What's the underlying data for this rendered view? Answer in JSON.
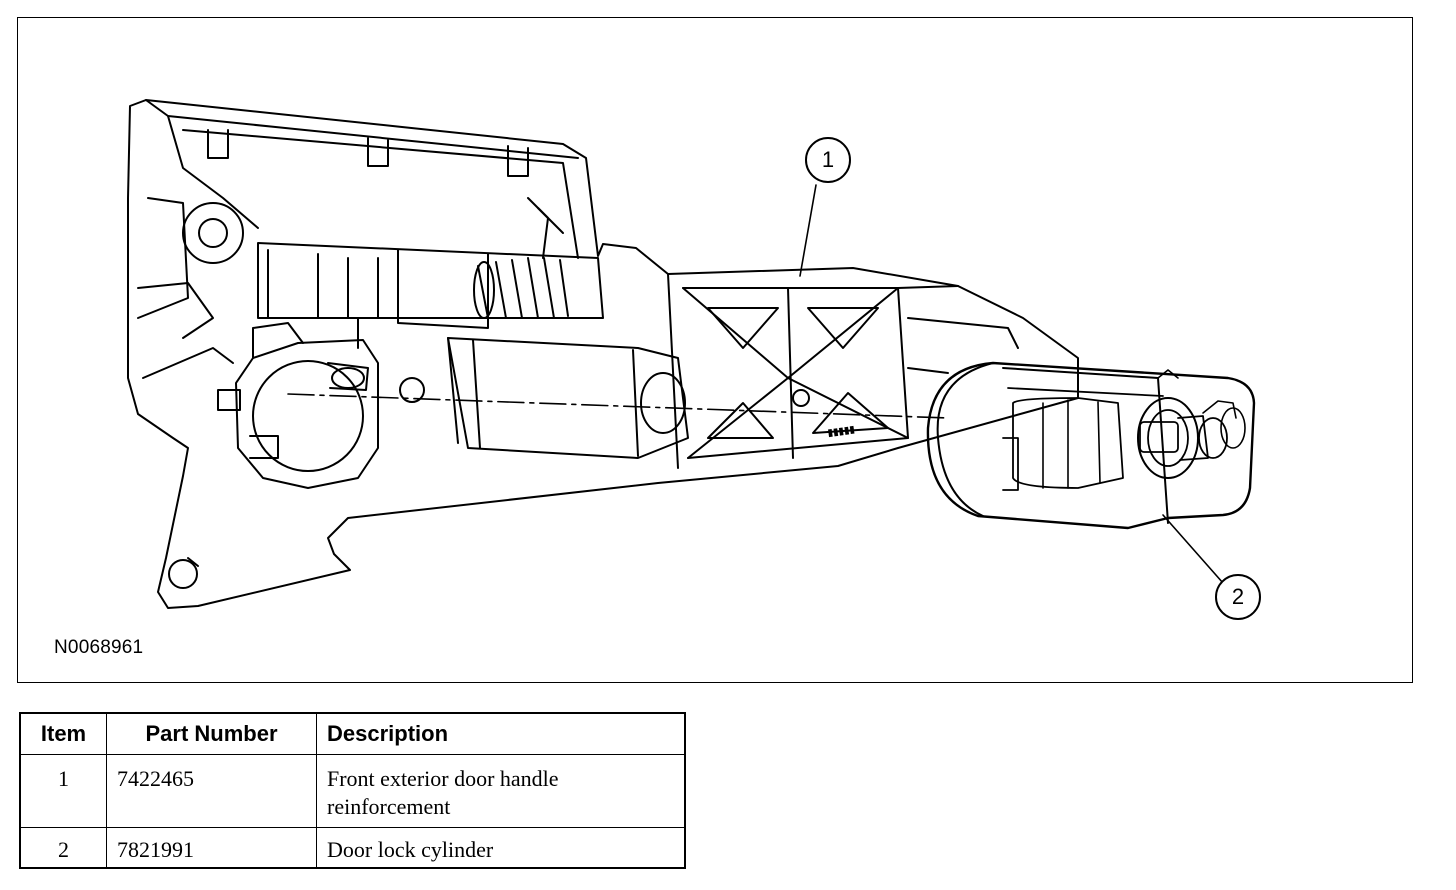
{
  "figure": {
    "id_label": "N0068961",
    "callouts": [
      {
        "number": "1"
      },
      {
        "number": "2"
      }
    ]
  },
  "parts_table": {
    "headers": {
      "item": "Item",
      "part_number": "Part Number",
      "description": "Description"
    },
    "rows": [
      {
        "item": "1",
        "part_number": "7422465",
        "description": "Front exterior door handle reinforcement"
      },
      {
        "item": "2",
        "part_number": "7821991",
        "description": "Door lock cylinder"
      }
    ]
  },
  "colors": {
    "line": "#000000",
    "background": "#ffffff"
  }
}
